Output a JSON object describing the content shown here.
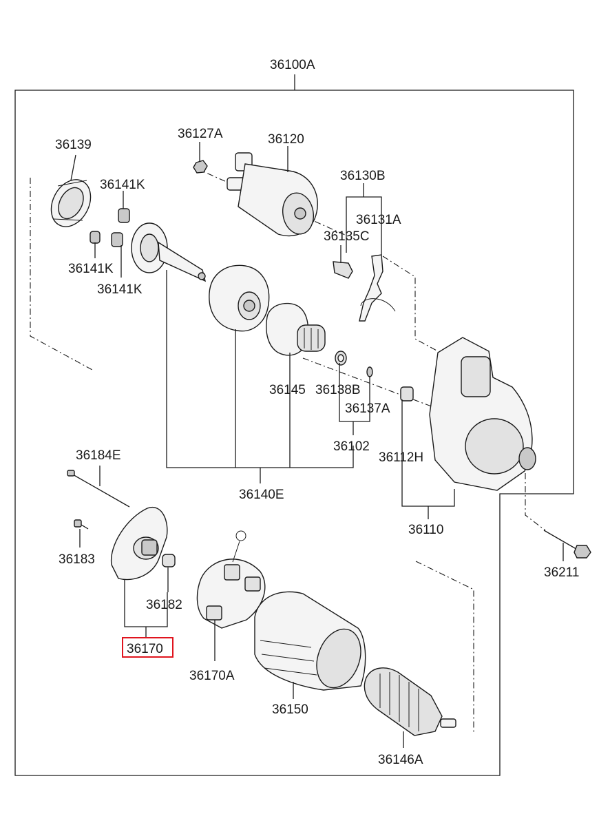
{
  "assembly_label": "36100A",
  "highlight_color": "#e0141e",
  "labels": {
    "p36139": "36139",
    "p36127A": "36127A",
    "p36120": "36120",
    "p36130B": "36130B",
    "p36141K_top": "36141K",
    "p36131A": "36131A",
    "p36135C": "36135C",
    "p36141K_mid": "36141K",
    "p36141K_low": "36141K",
    "p36145": "36145",
    "p36138B": "36138B",
    "p36137A": "36137A",
    "p36102": "36102",
    "p36112H": "36112H",
    "p36140E": "36140E",
    "p36110": "36110",
    "p36184E": "36184E",
    "p36183": "36183",
    "p36182": "36182",
    "p36211": "36211",
    "p36170": "36170",
    "p36170A": "36170A",
    "p36150": "36150",
    "p36146A": "36146A"
  },
  "highlighted_part": "36170"
}
